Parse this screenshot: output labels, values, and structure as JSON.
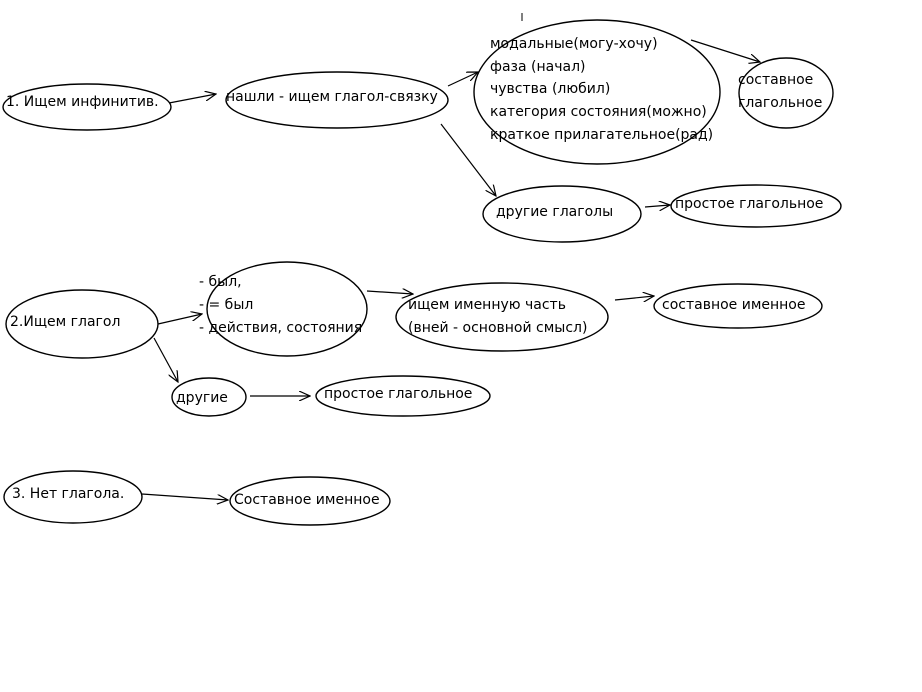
{
  "step1": {
    "label": "1. Ищем инфинитив.",
    "link_search": "нашли - ищем глагол-связку",
    "modal_group": [
      "модальные(могу-хочу)",
      "фаза (начал)",
      "чувства (любил)",
      "категория состояния(можно)",
      "краткое прилагательное(рад)"
    ],
    "result_compound_line1": "составное",
    "result_compound_line2": "глагольное",
    "other_verbs": "другие глаголы",
    "result_simple": "простое глагольное"
  },
  "step2": {
    "label": "2.Ищем глагол",
    "byl_group": [
      "- был,",
      "- = был",
      "- действия, состояния"
    ],
    "nominal_part_line1": "ищем именную часть",
    "nominal_part_line2": "(вней - основной смысл)",
    "result_nominal": "составное именное",
    "other": "другие",
    "result_simple": "простое глагольное"
  },
  "step3": {
    "label": "3. Нет глагола.",
    "result": "Составное именное"
  }
}
